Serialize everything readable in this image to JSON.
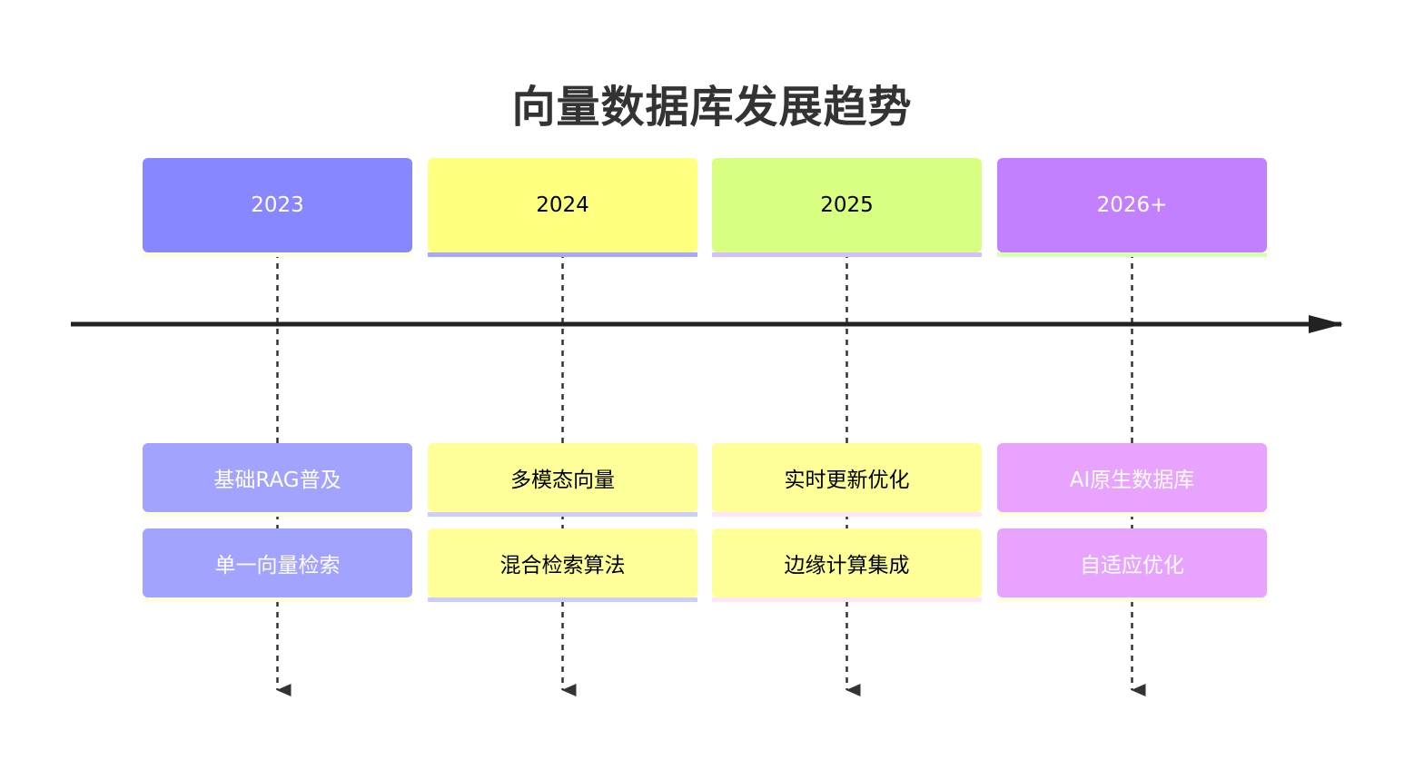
{
  "title": "向量数据库发展趋势",
  "periods": [
    {
      "year": "2023",
      "header_color": "#8787FF",
      "header_text_color": "#FFFFFF",
      "header_strip": "#FFFFDE",
      "item_color": "#A2A2FF",
      "item_text_color": "#FFFFFF",
      "item_strip": "#FFFFDE",
      "items": [
        "基础RAG普及",
        "单一向量检索"
      ]
    },
    {
      "year": "2024",
      "header_color": "#FFFF80",
      "header_text_color": "#000000",
      "header_strip": "#A8A8F8",
      "item_color": "#FFFF99",
      "item_text_color": "#000000",
      "item_strip": "#CCCCFF",
      "items": [
        "多模态向量",
        "混合检索算法"
      ]
    },
    {
      "year": "2025",
      "header_color": "#D9FF80",
      "header_text_color": "#000000",
      "header_strip": "#D2BFFF",
      "item_color": "#FFFF99",
      "item_text_color": "#000000",
      "item_strip": "#FFE6F7",
      "items": [
        "实时更新优化",
        "边缘计算集成"
      ]
    },
    {
      "year": "2026+",
      "header_color": "#C280FF",
      "header_text_color": "#FFFFFF",
      "header_strip": "#D9FFB3",
      "item_color": "#E8A3FF",
      "item_text_color": "#FFFFFF",
      "item_strip": "#FFFFE0",
      "items": [
        "AI原生数据库",
        "自适应优化"
      ]
    }
  ]
}
